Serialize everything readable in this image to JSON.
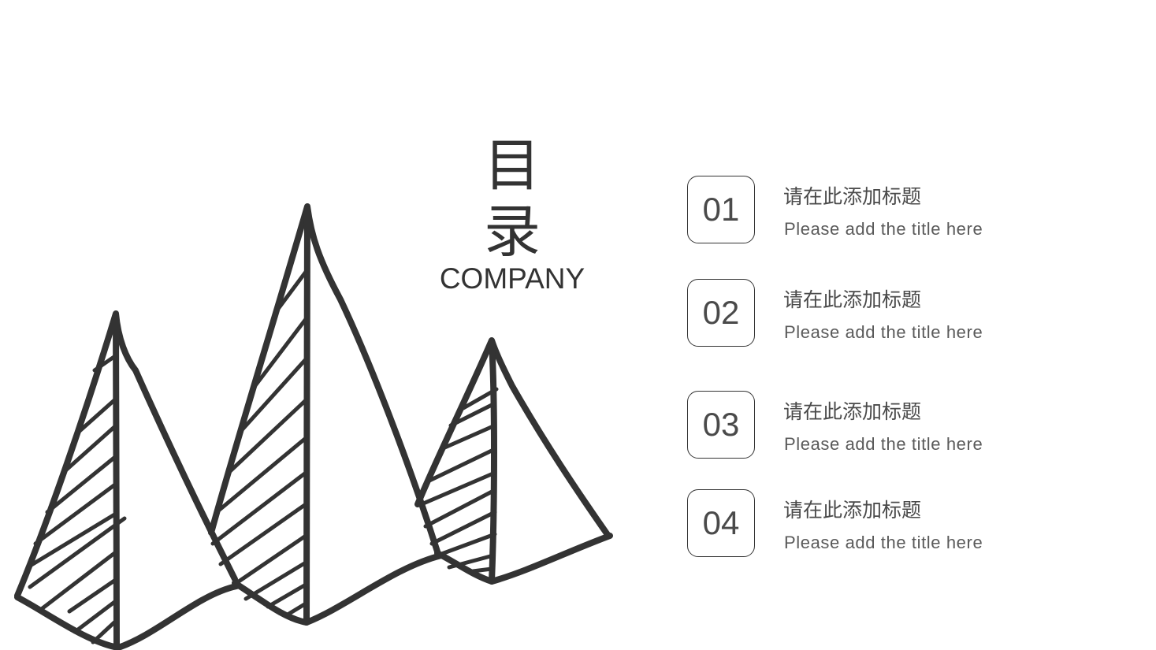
{
  "heading": {
    "title": "目 录",
    "subtitle": "COMPANY"
  },
  "toc": [
    {
      "number": "01",
      "title": "请在此添加标题",
      "description": "Please add the title here"
    },
    {
      "number": "02",
      "title": "请在此添加标题",
      "description": "Please add the title here"
    },
    {
      "number": "03",
      "title": "请在此添加标题",
      "description": "Please add the title here"
    },
    {
      "number": "04",
      "title": "请在此添加标题",
      "description": "Please add the title here"
    }
  ],
  "colors": {
    "ink": "#333333",
    "text": "#4a4a4a",
    "background": "#ffffff"
  },
  "illustration": "hand-drawn-pyramids"
}
